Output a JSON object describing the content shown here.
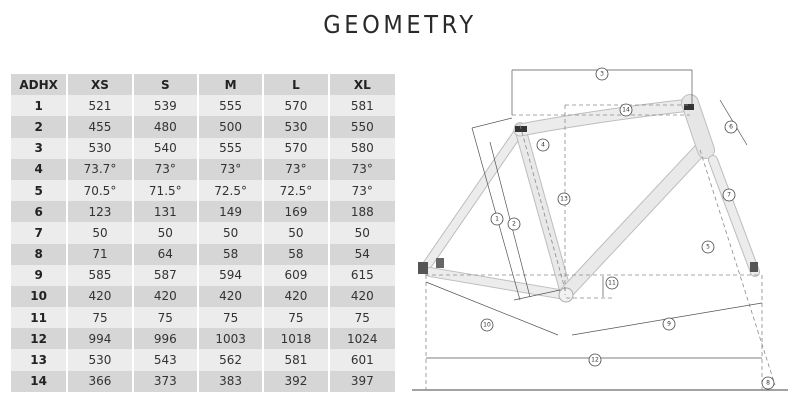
{
  "title": "GEOMETRY",
  "table": {
    "headers": [
      "ADHX",
      "XS",
      "S",
      "M",
      "L",
      "XL"
    ],
    "rows": [
      {
        "label": "1",
        "values": [
          "521",
          "539",
          "555",
          "570",
          "581"
        ]
      },
      {
        "label": "2",
        "values": [
          "455",
          "480",
          "500",
          "530",
          "550"
        ]
      },
      {
        "label": "3",
        "values": [
          "530",
          "540",
          "555",
          "570",
          "580"
        ]
      },
      {
        "label": "4",
        "values": [
          "73.7°",
          "73°",
          "73°",
          "73°",
          "73°"
        ]
      },
      {
        "label": "5",
        "values": [
          "70.5°",
          "71.5°",
          "72.5°",
          "72.5°",
          "73°"
        ]
      },
      {
        "label": "6",
        "values": [
          "123",
          "131",
          "149",
          "169",
          "188"
        ]
      },
      {
        "label": "7",
        "values": [
          "50",
          "50",
          "50",
          "50",
          "50"
        ]
      },
      {
        "label": "8",
        "values": [
          "71",
          "64",
          "58",
          "58",
          "54"
        ]
      },
      {
        "label": "9",
        "values": [
          "585",
          "587",
          "594",
          "609",
          "615"
        ]
      },
      {
        "label": "10",
        "values": [
          "420",
          "420",
          "420",
          "420",
          "420"
        ]
      },
      {
        "label": "11",
        "values": [
          "75",
          "75",
          "75",
          "75",
          "75"
        ]
      },
      {
        "label": "12",
        "values": [
          "994",
          "996",
          "1003",
          "1018",
          "1024"
        ]
      },
      {
        "label": "13",
        "values": [
          "530",
          "543",
          "562",
          "581",
          "601"
        ]
      },
      {
        "label": "14",
        "values": [
          "366",
          "373",
          "383",
          "392",
          "397"
        ]
      }
    ]
  },
  "diagram": {
    "callouts": [
      "1",
      "2",
      "3",
      "4",
      "5",
      "6",
      "7",
      "8",
      "9",
      "10",
      "11",
      "12",
      "13",
      "14"
    ],
    "colors": {
      "frame": "#e4e4e4",
      "frame_edge": "#bdbdbd",
      "lines": "#555555",
      "dashed": "#8a8a8a"
    }
  }
}
